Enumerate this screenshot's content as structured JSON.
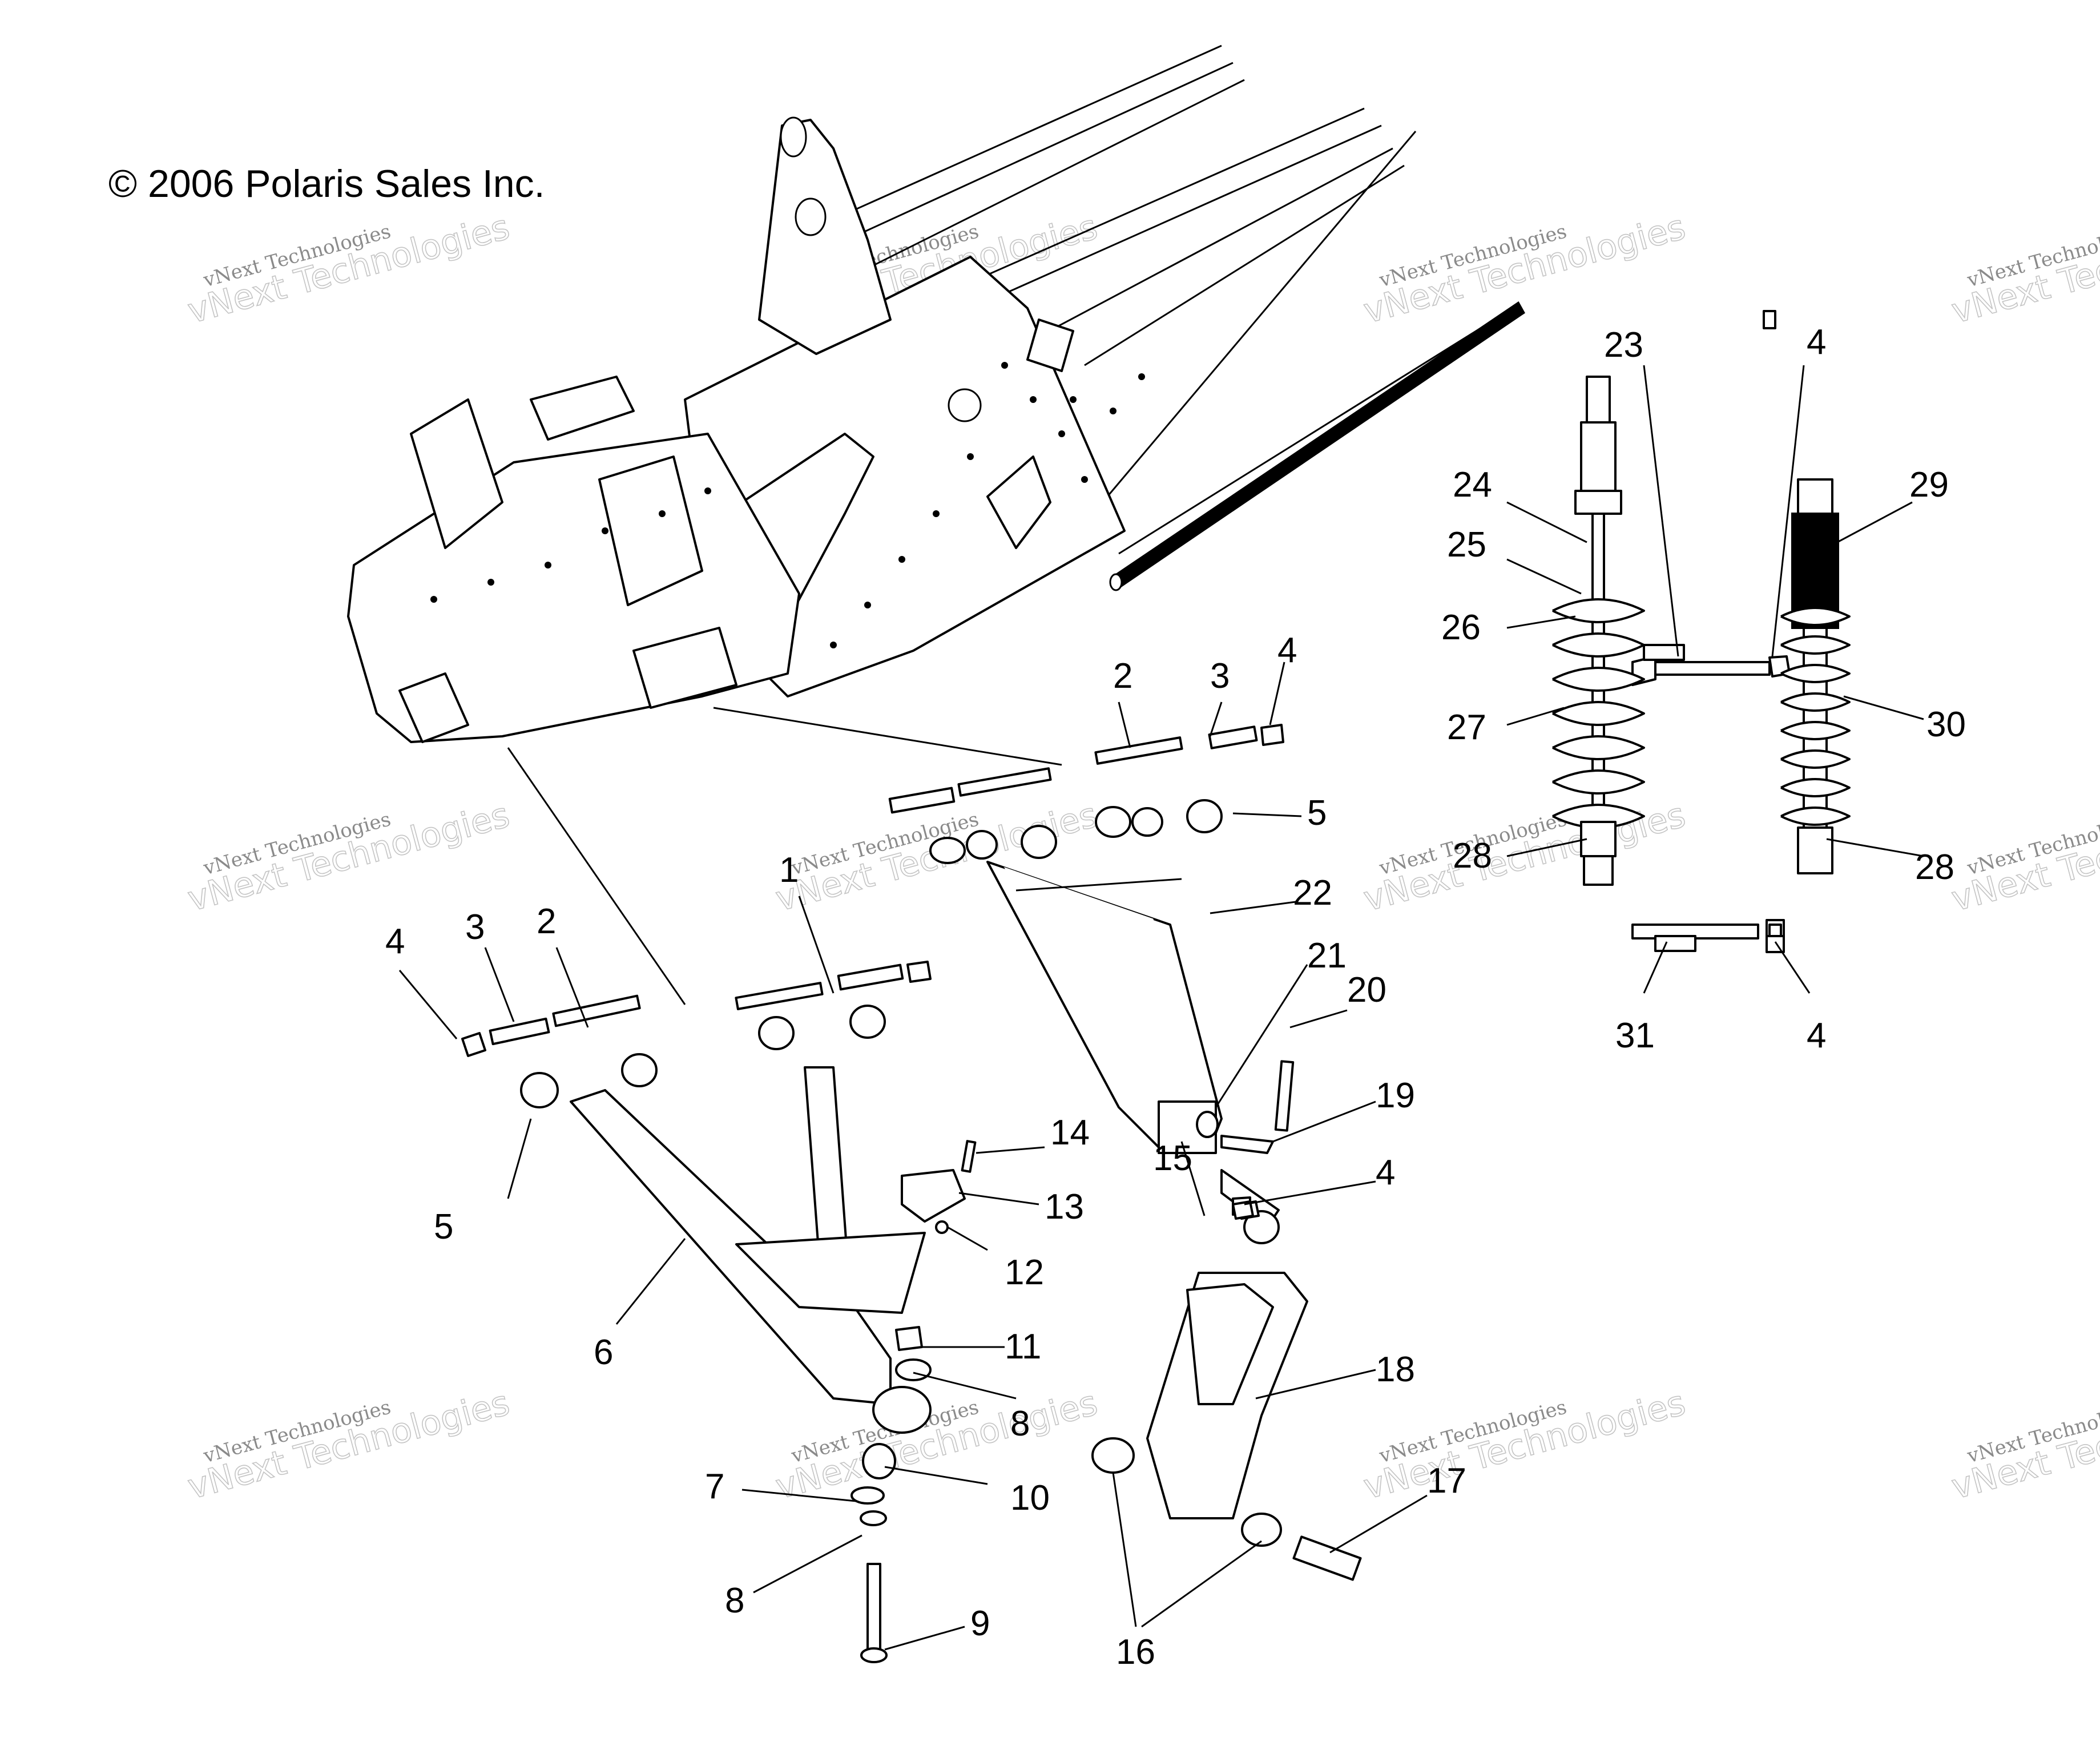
{
  "copyright": "© 2006 Polaris Sales Inc.",
  "watermark": {
    "line1": "vNext Technologies",
    "line2": "vNext Technologies"
  },
  "callouts": [
    {
      "id": "1",
      "text": "1"
    },
    {
      "id": "2a",
      "text": "2"
    },
    {
      "id": "2b",
      "text": "2"
    },
    {
      "id": "3a",
      "text": "3"
    },
    {
      "id": "3b",
      "text": "3"
    },
    {
      "id": "4a",
      "text": "4"
    },
    {
      "id": "4b",
      "text": "4"
    },
    {
      "id": "4c",
      "text": "4"
    },
    {
      "id": "4d",
      "text": "4"
    },
    {
      "id": "4e",
      "text": "4"
    },
    {
      "id": "5a",
      "text": "5"
    },
    {
      "id": "5b",
      "text": "5"
    },
    {
      "id": "6",
      "text": "6"
    },
    {
      "id": "7",
      "text": "7"
    },
    {
      "id": "8a",
      "text": "8"
    },
    {
      "id": "8b",
      "text": "8"
    },
    {
      "id": "9",
      "text": "9"
    },
    {
      "id": "10",
      "text": "10"
    },
    {
      "id": "11",
      "text": "11"
    },
    {
      "id": "12",
      "text": "12"
    },
    {
      "id": "13",
      "text": "13"
    },
    {
      "id": "14",
      "text": "14"
    },
    {
      "id": "15",
      "text": "15"
    },
    {
      "id": "16",
      "text": "16"
    },
    {
      "id": "17",
      "text": "17"
    },
    {
      "id": "18",
      "text": "18"
    },
    {
      "id": "19",
      "text": "19"
    },
    {
      "id": "20",
      "text": "20"
    },
    {
      "id": "21",
      "text": "21"
    },
    {
      "id": "22",
      "text": "22"
    },
    {
      "id": "23",
      "text": "23"
    },
    {
      "id": "24",
      "text": "24"
    },
    {
      "id": "25",
      "text": "25"
    },
    {
      "id": "26",
      "text": "26"
    },
    {
      "id": "27",
      "text": "27"
    },
    {
      "id": "28a",
      "text": "28"
    },
    {
      "id": "28b",
      "text": "28"
    },
    {
      "id": "29",
      "text": "29"
    },
    {
      "id": "30",
      "text": "30"
    },
    {
      "id": "31",
      "text": "31"
    }
  ]
}
